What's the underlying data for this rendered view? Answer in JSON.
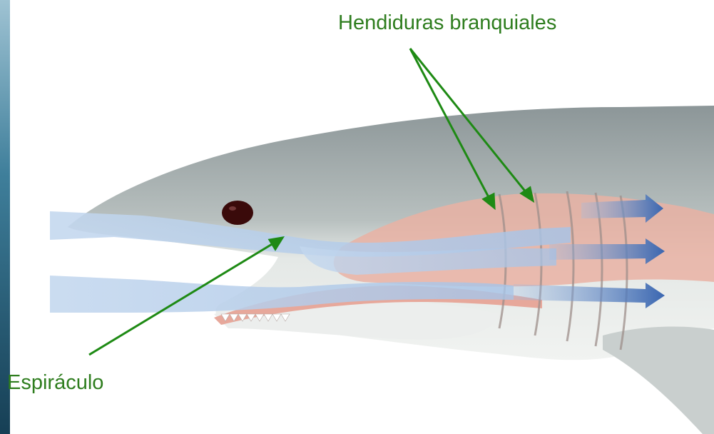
{
  "labels": {
    "gill_slits": "Hendiduras branquiales",
    "spiracle": "Espiráculo"
  },
  "colors": {
    "label_text": "#2e7d1e",
    "pointer_arrow": "#1e8a14",
    "water_flow": "#b8d0ea",
    "outflow_arrow": "#3f6fb8",
    "shark_skin_dark": "#7f8a8c",
    "shark_skin_light": "#e2e6e4",
    "gill_tissue": "#e8a898",
    "ocean_edge": "#2f6d8a"
  },
  "icons": [
    "shark-head-illustration",
    "water-flow-arrow",
    "pointer-arrow"
  ]
}
